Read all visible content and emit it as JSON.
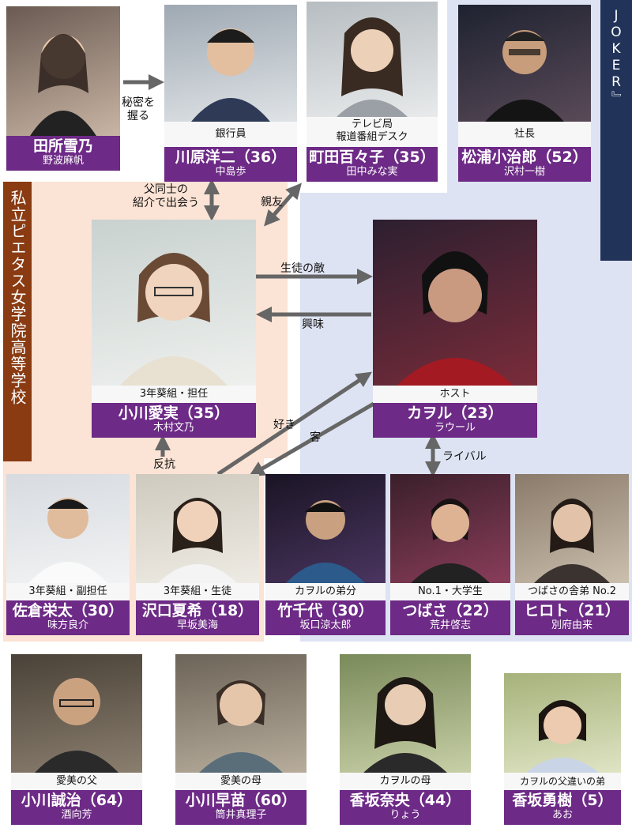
{
  "groups": {
    "school": "私立ピエタス女学院高等学校",
    "club": "ホストクラブ『THE JOKER』"
  },
  "people": {
    "tadokoro": {
      "name": "田所雪乃",
      "actor": "野波麻帆",
      "icon": "portrait-woman"
    },
    "kawahara": {
      "role": "銀行員",
      "name": "川原洋二（36）",
      "actor": "中島歩",
      "icon": "portrait-man-suit"
    },
    "machida": {
      "role": "テレビ局\n報道番組デスク",
      "name": "町田百々子（35）",
      "actor": "田中みな実",
      "icon": "portrait-woman-headset"
    },
    "matsuura": {
      "role": "社長",
      "name": "松浦小治郎（52）",
      "actor": "沢村一樹",
      "icon": "portrait-man-glasses"
    },
    "ogawa_manami": {
      "role": "3年葵組・担任",
      "name": "小川愛実（35）",
      "actor": "木村文乃",
      "icon": "portrait-woman-glasses"
    },
    "kaworu": {
      "role": "ホスト",
      "name": "カヲル（23）",
      "actor": "ラウール",
      "icon": "portrait-host"
    },
    "sakura": {
      "role": "3年葵組・副担任",
      "name": "佐倉栄太（30）",
      "actor": "味方良介",
      "icon": "portrait-man-shirt"
    },
    "sawaguchi": {
      "role": "3年葵組・生徒",
      "name": "沢口夏希（18）",
      "actor": "早坂美海",
      "icon": "portrait-student"
    },
    "takechiyo": {
      "role": "カヲルの弟分",
      "name": "竹千代（30）",
      "actor": "坂口涼太郎",
      "icon": "portrait-host"
    },
    "tsubasa": {
      "role": "No.1・大学生",
      "name": "つばさ（22）",
      "actor": "荒井啓志",
      "icon": "portrait-host"
    },
    "hiroto": {
      "role": "つばさの舎弟 No.2",
      "name": "ヒロト（21）",
      "actor": "別府由来",
      "icon": "portrait-host"
    },
    "ogawa_seiji": {
      "role": "愛美の父",
      "name": "小川誠治（64）",
      "actor": "酒向芳",
      "icon": "portrait-old-man"
    },
    "ogawa_sanae": {
      "role": "愛美の母",
      "name": "小川早苗（60）",
      "actor": "筒井真理子",
      "icon": "portrait-old-woman"
    },
    "kosaka_nao": {
      "role": "カヲルの母",
      "name": "香坂奈央（44）",
      "actor": "りょう",
      "icon": "portrait-woman"
    },
    "kosaka_yuki": {
      "role": "カヲルの父違いの弟",
      "name": "香坂勇樹（5）",
      "actor": "あお",
      "icon": "portrait-child"
    }
  },
  "relations": {
    "secret": "秘密を\n握る",
    "fathers": "父同士の\n紹介で出会う",
    "bestfriend": "親友",
    "enemy": "生徒の敵",
    "interest": "興味",
    "like": "好き",
    "customer": "客",
    "rebel": "反抗",
    "rival": "ライバル"
  },
  "colors": {
    "accent": "#6d2a86",
    "school_bg": "#fbe3d5",
    "club_bg": "#dde3f2",
    "label_bg": "#8a3b12",
    "club_label_bg": "#22335a"
  }
}
